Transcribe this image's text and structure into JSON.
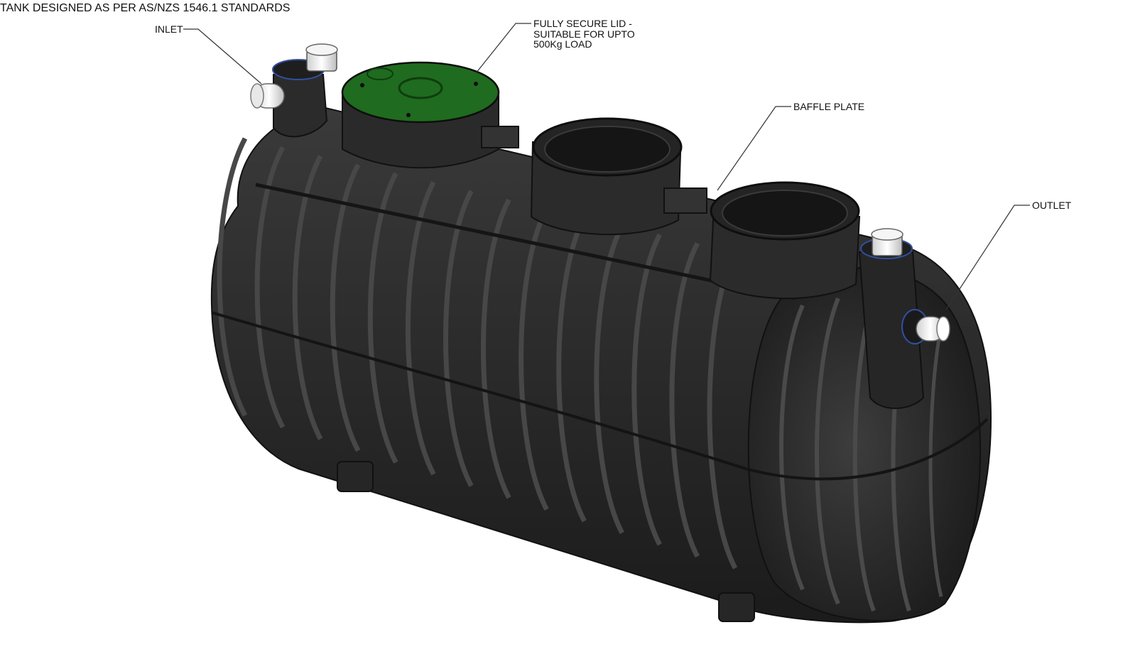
{
  "drawing": {
    "title": "TANK DESIGNED AS PER AS/NZS 1546.1 STANDARDS"
  },
  "callouts": {
    "inlet": "INLET",
    "lid": "FULLY SECURE LID -\nSUITABLE FOR UPTO\n500Kg LOAD",
    "baffle": "BAFFLE PLATE",
    "outlet": "OUTLET"
  },
  "colors": {
    "tank_body": "#2f2f2f",
    "tank_shadow": "#1a1a1a",
    "rib_highlight": "#4a4a4a",
    "lid": "#1f6b1f",
    "pipe": "#f2f2f2",
    "leader": "#333333"
  }
}
